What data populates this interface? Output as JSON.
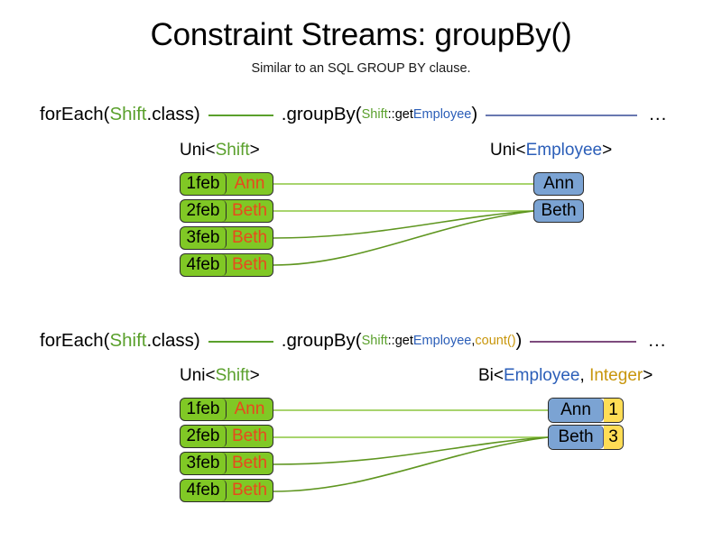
{
  "page": {
    "title": "Constraint Streams: groupBy()",
    "subtitle": "Similar to an SQL GROUP BY clause."
  },
  "colors": {
    "shift_green": "#5aa02c",
    "employee_blue": "#2b5eb8",
    "integer_gold": "#c8960c",
    "box_green_fill": "#80c825",
    "box_blue_fill": "#7ba3d3",
    "box_yellow_fill": "#ffdd55",
    "name_orange": "#e8491d",
    "link_green": "#5aa02c",
    "link_blue": "#6878b0",
    "link_purple": "#7d4b7d"
  },
  "sections": [
    {
      "id": "groupby-simple",
      "code": {
        "for_each_open": "forEach(",
        "for_each_type": "Shift",
        "for_each_close": ".class)",
        "group_by_open": ".groupBy(",
        "mapper_owner": "Shift",
        "mapper_sep": "::get",
        "mapper_member": "Employee",
        "group_by_close": ")",
        "ellipsis": "..."
      },
      "left_label": {
        "outer_open": "Uni<",
        "type": "Shift",
        "outer_close": ">"
      },
      "right_label": {
        "outer_open": "Uni<",
        "type": "Employee",
        "outer_close": ">"
      },
      "left_rows": [
        {
          "date": "1feb",
          "name": "Ann"
        },
        {
          "date": "2feb",
          "name": "Beth"
        },
        {
          "date": "3feb",
          "name": "Beth"
        },
        {
          "date": "4feb",
          "name": "Beth"
        }
      ],
      "right_rows": [
        {
          "employee": "Ann"
        },
        {
          "employee": "Beth"
        }
      ]
    },
    {
      "id": "groupby-count",
      "code": {
        "for_each_open": "forEach(",
        "for_each_type": "Shift",
        "for_each_close": ".class)",
        "group_by_open": ".groupBy(",
        "mapper_owner": "Shift",
        "mapper_sep": "::get",
        "mapper_member": "Employee",
        "collector_sep": ", ",
        "collector": "count()",
        "group_by_close": ")",
        "ellipsis": "..."
      },
      "left_label": {
        "outer_open": "Uni<",
        "type": "Shift",
        "outer_close": ">"
      },
      "right_label": {
        "outer_open": "Bi<",
        "type": "Employee",
        "sep": ", ",
        "type2": "Integer",
        "outer_close": ">"
      },
      "left_rows": [
        {
          "date": "1feb",
          "name": "Ann"
        },
        {
          "date": "2feb",
          "name": "Beth"
        },
        {
          "date": "3feb",
          "name": "Beth"
        },
        {
          "date": "4feb",
          "name": "Beth"
        }
      ],
      "right_rows": [
        {
          "employee": "Ann",
          "count": "1"
        },
        {
          "employee": "Beth",
          "count": "3"
        }
      ]
    }
  ]
}
